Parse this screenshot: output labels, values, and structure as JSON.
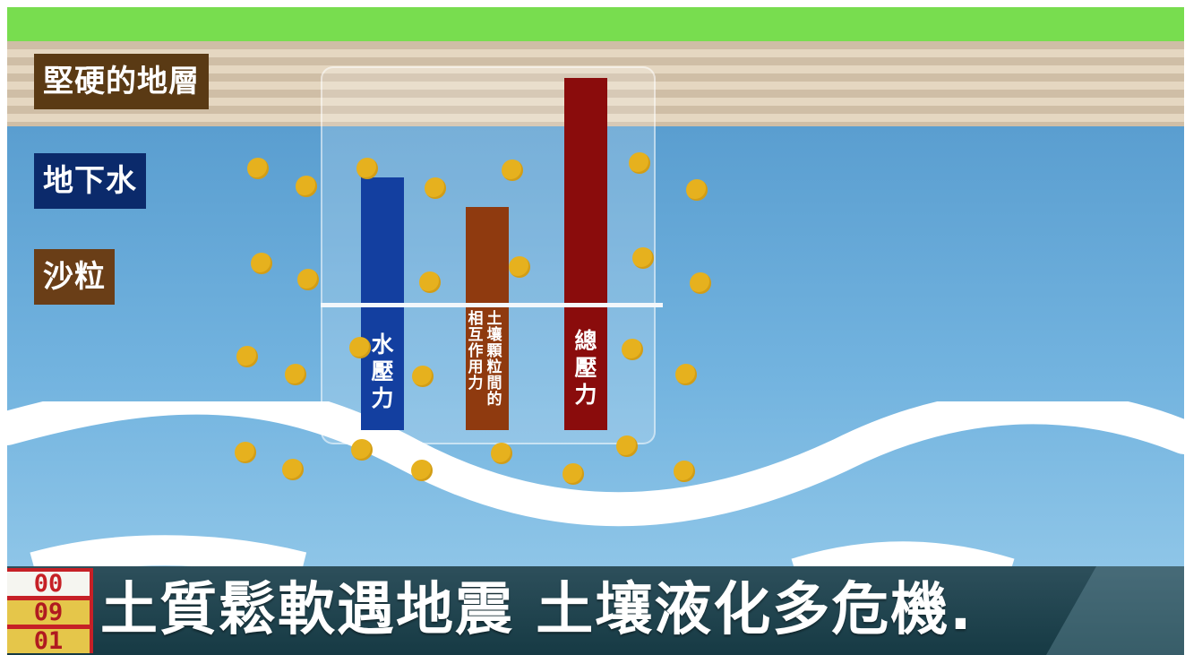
{
  "labels": {
    "stratum": "堅硬的地層",
    "groundwater": "地下水",
    "sand": "沙粒"
  },
  "bars": {
    "water_pressure": {
      "label": "水壓力",
      "color": "#133fa0"
    },
    "particle_force": {
      "label_col1": "土壤顆粒間的",
      "label_col2": "相互作用力",
      "color": "#8f3a0f"
    },
    "total_pressure": {
      "label": "總壓力",
      "color": "#8a0c0c"
    }
  },
  "ticker": {
    "date_top": "00",
    "date_mid": "09",
    "date_bottom": "01",
    "headline": "土質鬆軟遇地震 土壤液化多危機."
  },
  "colors": {
    "grass": "#78dd4f",
    "water": "#65a8d6",
    "sand_dot": "#e6b11e",
    "ticker_bg": "#1f4550",
    "date_red": "#c62026"
  }
}
